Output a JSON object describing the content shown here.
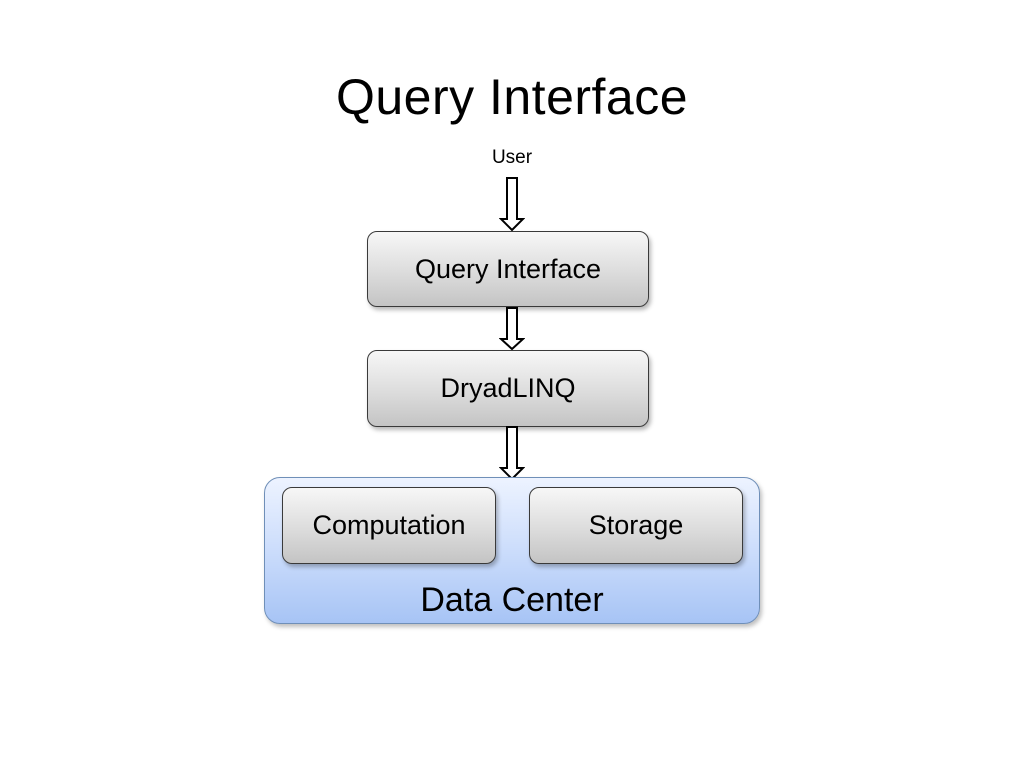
{
  "slide": {
    "title": "Query Interface"
  },
  "diagram": {
    "user_label": "User",
    "query_interface_label": "Query Interface",
    "dryadlinq_label": "DryadLINQ",
    "data_center": {
      "label": "Data Center",
      "computation_label": "Computation",
      "storage_label": "Storage"
    },
    "colors": {
      "box_fill": "#dcdcdc",
      "box_border": "#3a3a3a",
      "data_center_fill": "#cfdffc",
      "data_center_border": "#6f8fb8"
    },
    "arrow_icon": "double-line-down-arrow-icon"
  }
}
